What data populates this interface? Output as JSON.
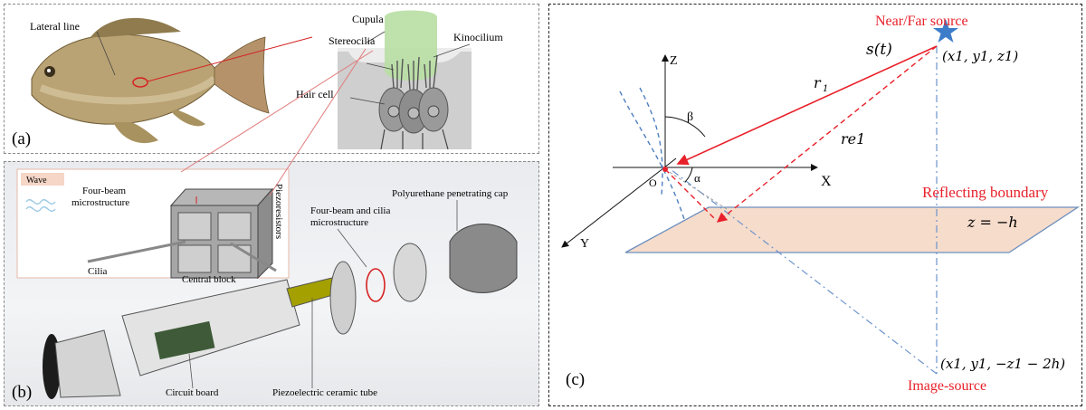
{
  "panel_a": {
    "letter": "(a)",
    "labels": {
      "lateral_line": "Lateral line",
      "cupula": "Cupula",
      "stereocilia": "Stereocilia",
      "kinocilium": "Kinocilium",
      "hair_cell": "Hair cell"
    }
  },
  "panel_b": {
    "letter": "(b)",
    "labels": {
      "wave": "Wave",
      "four_beam": "Four-beam",
      "microstructure": "microstructure",
      "piezoresistors": "Piezoresistors",
      "polyurethane_cap": "Polyurethane penetrating cap",
      "four_beam_cilia_1": "Four-beam and cilia",
      "four_beam_cilia_2": "microstructure",
      "cilia": "Cilia",
      "central_block": "Central block",
      "circuit_board": "Circuit board",
      "piezo_tube": "Piezoelectric ceramic tube"
    }
  },
  "panel_c": {
    "letter": "(c)",
    "labels": {
      "source_title": "Near/Far source",
      "signal": "s(t)",
      "source_coords": "(x1, y1, z1)",
      "r1": "r",
      "r1_sub": "1",
      "re1": "re1",
      "beta": "β",
      "alpha": "α",
      "axis_z": "Z",
      "axis_x": "X",
      "axis_y": "Y",
      "origin": "O",
      "reflecting_boundary": "Reflecting boundary",
      "boundary_eq": "z = −h",
      "image_coords": "(x1, y1, −z1 − 2h)",
      "image_source": "Image-source"
    },
    "colors": {
      "source_red": "#e8202a",
      "star_blue": "#3d7cc9",
      "boundary_fill": "#f6dccb",
      "boundary_edge": "#6d8fbf",
      "dashdot_blue": "#6c94cc"
    }
  }
}
